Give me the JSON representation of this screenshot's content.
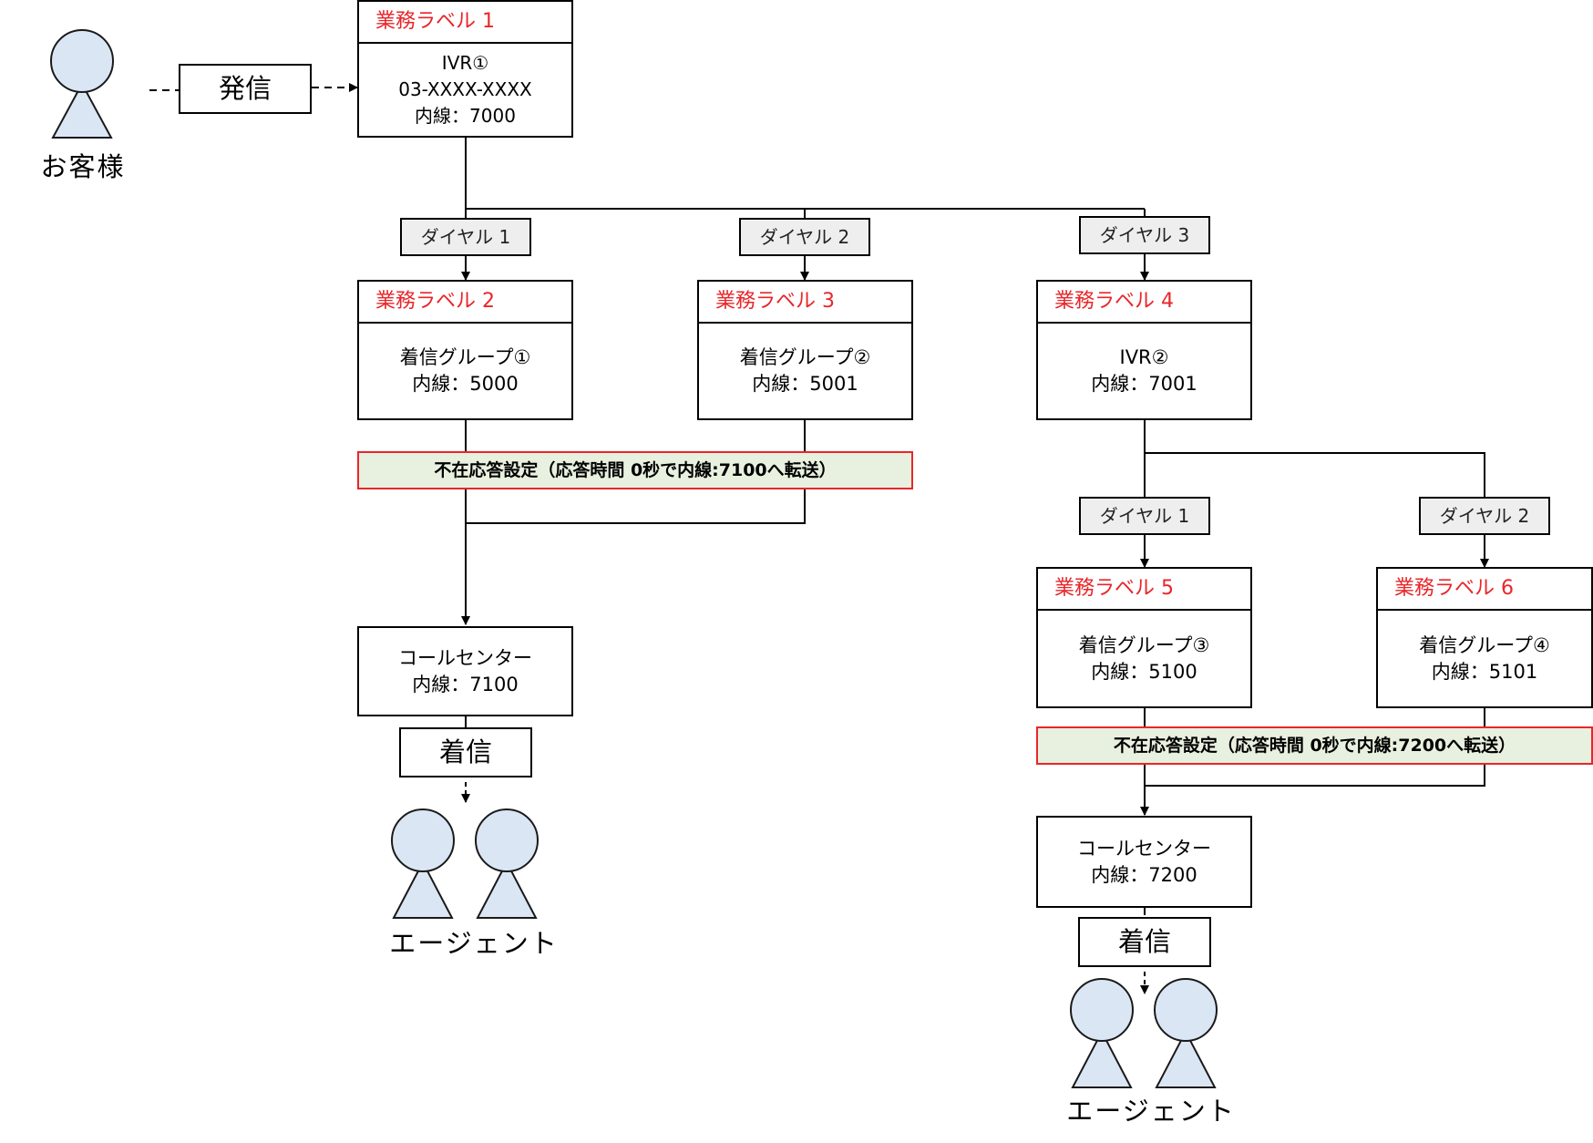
{
  "caller": {
    "label": "お客様",
    "call_label": "発信"
  },
  "nodes": {
    "label1": {
      "header": "業務ラベル 1",
      "lines": [
        "IVR①",
        "03-XXXX-XXXX",
        "内線：7000"
      ]
    },
    "label2": {
      "header": "業務ラベル 2",
      "lines": [
        "着信グループ①",
        "内線：5000"
      ]
    },
    "label3": {
      "header": "業務ラベル 3",
      "lines": [
        "着信グループ②",
        "内線：5001"
      ]
    },
    "label4": {
      "header": "業務ラベル 4",
      "lines": [
        "IVR②",
        "内線：7001"
      ]
    },
    "label5": {
      "header": "業務ラベル 5",
      "lines": [
        "着信グループ③",
        "内線：5100"
      ]
    },
    "label6": {
      "header": "業務ラベル 6",
      "lines": [
        "着信グループ④",
        "内線：5101"
      ]
    },
    "callcenter1": {
      "lines": [
        "コールセンター",
        "内線：7100"
      ]
    },
    "callcenter2": {
      "lines": [
        "コールセンター",
        "内線：7200"
      ]
    }
  },
  "dials": {
    "d1": "ダイヤル 1",
    "d2": "ダイヤル 2",
    "d3": "ダイヤル 3",
    "d4": "ダイヤル 1",
    "d5": "ダイヤル 2"
  },
  "absence": {
    "left": "不在応答設定（応答時間 0秒で内線:7100へ転送）",
    "right": "不在応答設定（応答時間 0秒で内線:7200へ転送）"
  },
  "incoming": {
    "left": "着信",
    "right": "着信"
  },
  "agents": {
    "left": "エージェント",
    "right": "エージェント"
  },
  "colors": {
    "header_red": "#e8262a",
    "person_fill": "#dae6f3",
    "person_stroke": "#1a1a1a",
    "dial_fill": "#eeeeee",
    "absence_fill": "#e8f1df",
    "absence_border": "#e8262a"
  }
}
